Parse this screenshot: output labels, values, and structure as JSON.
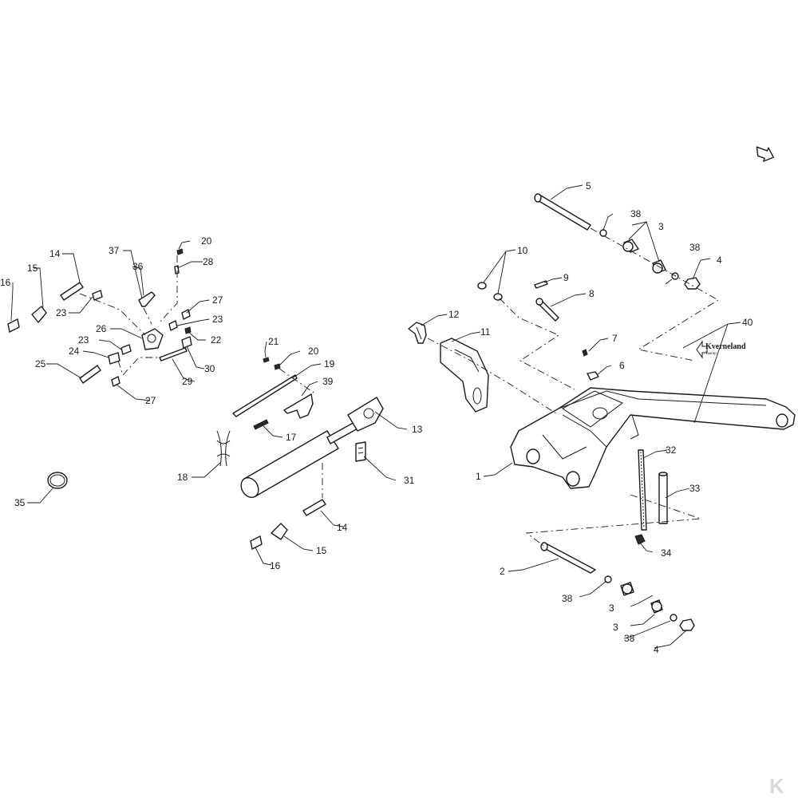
{
  "callouts": [
    {
      "label": "1"
    },
    {
      "label": "2"
    },
    {
      "label": "3"
    },
    {
      "label": "3"
    },
    {
      "label": "3"
    },
    {
      "label": "4"
    },
    {
      "label": "4"
    },
    {
      "label": "5"
    },
    {
      "label": "6"
    },
    {
      "label": "7"
    },
    {
      "label": "8"
    },
    {
      "label": "9"
    },
    {
      "label": "10"
    },
    {
      "label": "11"
    },
    {
      "label": "12"
    },
    {
      "label": "13"
    },
    {
      "label": "14"
    },
    {
      "label": "14"
    },
    {
      "label": "15"
    },
    {
      "label": "15"
    },
    {
      "label": "16"
    },
    {
      "label": "16"
    },
    {
      "label": "17"
    },
    {
      "label": "18"
    },
    {
      "label": "19"
    },
    {
      "label": "20"
    },
    {
      "label": "20"
    },
    {
      "label": "21"
    },
    {
      "label": "22"
    },
    {
      "label": "23"
    },
    {
      "label": "23"
    },
    {
      "label": "23"
    },
    {
      "label": "24"
    },
    {
      "label": "25"
    },
    {
      "label": "26"
    },
    {
      "label": "27"
    },
    {
      "label": "27"
    },
    {
      "label": "28"
    },
    {
      "label": "29"
    },
    {
      "label": "30"
    },
    {
      "label": "31"
    },
    {
      "label": "32"
    },
    {
      "label": "33"
    },
    {
      "label": "34"
    },
    {
      "label": "35"
    },
    {
      "label": "36"
    },
    {
      "label": "37"
    },
    {
      "label": "38"
    },
    {
      "label": "38"
    },
    {
      "label": "38"
    },
    {
      "label": "38"
    },
    {
      "label": "39"
    },
    {
      "label": "40"
    }
  ],
  "decal": {
    "brand": "Kverneland",
    "sub": "Taarup"
  },
  "icons": {
    "orientation": "orientation-arrow-icon",
    "brand": "kverneland-k-logo-icon"
  },
  "watermark": {
    "letter": "K"
  }
}
